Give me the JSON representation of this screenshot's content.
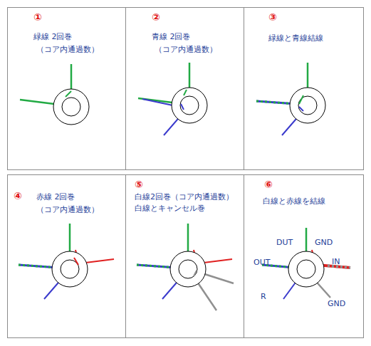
{
  "diagram": {
    "nodes": [
      {
        "text": [
          "①",
          "緑線 2回巻",
          "（コア内通過数）"
        ]
      },
      {
        "text": [
          "②",
          "青線 2回巻",
          "（コア内通過数）"
        ]
      },
      {
        "text": [
          "③",
          "緑線と青線結線"
        ]
      },
      {
        "text": [
          "④",
          "赤線 2回巻",
          "（コア内通過数）"
        ]
      },
      {
        "text": [
          "⑤",
          "白線2回巻（コア内通過数）",
          "白線とキャンセル巻"
        ]
      },
      {
        "text": [
          "⑥",
          "白線と赤線を結線"
        ]
      }
    ],
    "labels": [
      "DUT",
      "GND",
      "OUT",
      "IN",
      "R",
      "GND"
    ]
  }
}
